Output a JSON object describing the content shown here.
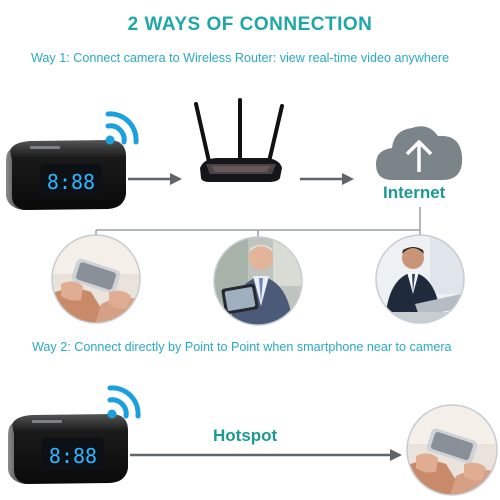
{
  "heading": "2 WAYS OF CONNECTION",
  "way1": "Way 1: Connect camera to Wireless Router: view real-time video anywhere",
  "way2": "Way 2: Connect directly by Point to Point when smartphone near to camera",
  "internet_label": "Internet",
  "hotspot_label": "Hotspot",
  "clock_display": "8:88",
  "colors": {
    "teal": "#1fa7a7",
    "way_text": "#2aa9c4",
    "wifi_blue": "#1aa0de",
    "cloud_gray": "#7b8489",
    "arrow_gray": "#5f6569",
    "clock_digits": "#2fb6ff"
  },
  "icons": {
    "wifi": "wifi-icon",
    "router": "router-icon",
    "cloud": "cloud-upload-icon",
    "camera_clock": "clock-camera-icon"
  }
}
